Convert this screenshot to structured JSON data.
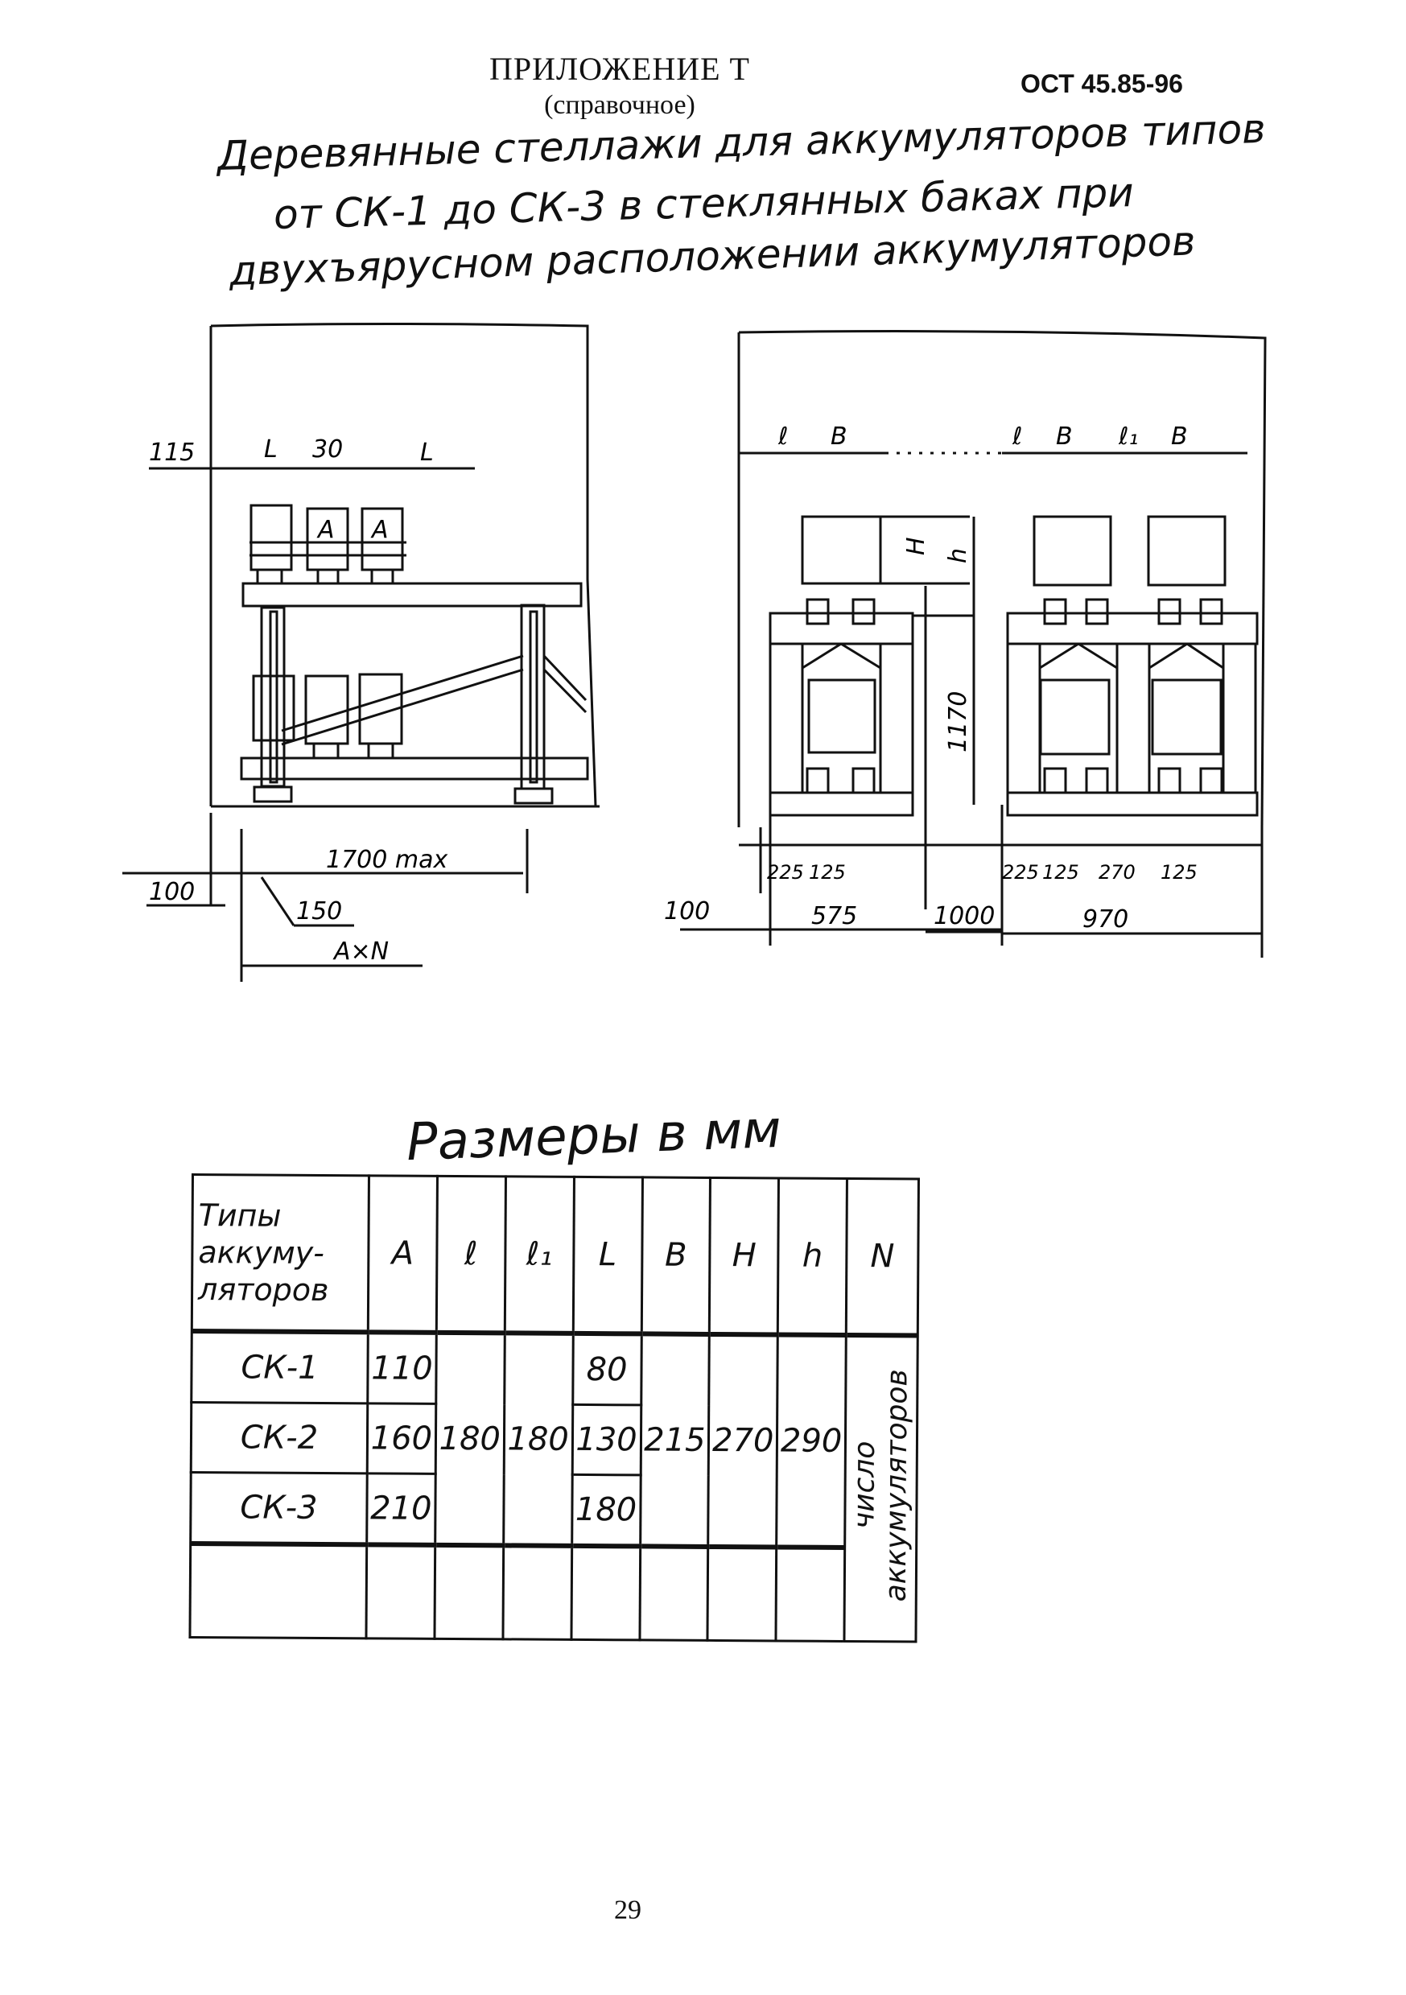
{
  "header": {
    "appendix_title": "ПРИЛОЖЕНИЕ Т",
    "appendix_sub": "(справочное)",
    "doc_code": "ОСТ 45.85-96"
  },
  "heading_lines": [
    "Деревянные стеллажи для аккумуляторов типов",
    "от СК-1 до СК-3 в стеклянных баках при",
    "двухъярусном расположении аккумуляторов"
  ],
  "drawing_left": {
    "dim_115": "115",
    "dim_L1": "L",
    "dim_30": "30",
    "dim_L2": "L",
    "label_A1": "A",
    "label_A2": "A",
    "dim_1700": "1700 max",
    "dim_100": "100",
    "dim_150": "150",
    "dim_AxN": "A×N"
  },
  "drawing_right": {
    "dim_l1": "ℓ",
    "dim_B1": "B",
    "dim_l2": "ℓ",
    "dim_B2": "B",
    "dim_l3": "ℓ₁",
    "dim_B3": "B",
    "dim_H": "H",
    "dim_h": "h",
    "dim_1170": "1170",
    "dim_225a": "225",
    "dim_125a": "125",
    "dim_225b": "225",
    "dim_125b": "125",
    "dim_270": "270",
    "dim_125c": "125",
    "dim_100": "100",
    "dim_575": "575",
    "dim_1000": "1000",
    "dim_970": "970"
  },
  "table": {
    "caption": "Размеры в мм",
    "type_header": "Типы аккуму-ляторов",
    "columns": [
      "A",
      "ℓ",
      "ℓ₁",
      "L",
      "B",
      "H",
      "h",
      "N"
    ],
    "rows": [
      {
        "type": "СК-1",
        "A": "110",
        "L": "80"
      },
      {
        "type": "СК-2",
        "A": "160",
        "L": "130"
      },
      {
        "type": "СК-3",
        "A": "210",
        "L": "180"
      }
    ],
    "shared": {
      "l": "180",
      "l1": "180",
      "B": "215",
      "H": "270",
      "h": "290",
      "N": "число аккумуляторов"
    }
  },
  "footer": {
    "page_number": "29"
  }
}
